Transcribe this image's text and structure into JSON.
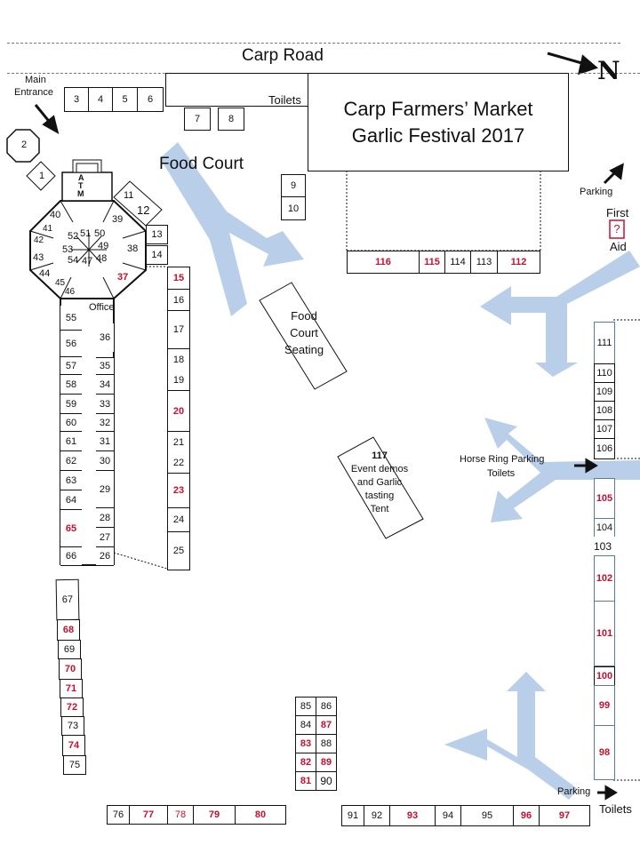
{
  "title_line1": "Carp Farmers’ Market",
  "title_line2": "Garlic Festival 2017",
  "road": "Carp Road",
  "north": "N",
  "main_entrance_1": "Main",
  "main_entrance_2": "Entrance",
  "toilets_top": "Toilets",
  "food_court": "Food Court",
  "food_seating_1": "Food",
  "food_seating_2": "Court",
  "food_seating_3": "Seating",
  "parking_tr": "Parking",
  "first_aid_1": "First",
  "first_aid_2": "Aid",
  "first_aid_icon": "?",
  "office": "Office",
  "atm": [
    "A",
    "T",
    "M"
  ],
  "tent_num": "117",
  "tent_1": "Event demos",
  "tent_2": "and Garlic",
  "tent_3": "tasting",
  "tent_4": "Tent",
  "horse_1": "Horse Ring Parking",
  "horse_2": "Toilets",
  "parking_br": "Parking",
  "toilets_br": "Toilets",
  "booths": {
    "b1": "1",
    "b2": "2",
    "b3": "3",
    "b4": "4",
    "b5": "5",
    "b6": "6",
    "b7": "7",
    "b8": "8",
    "b9": "9",
    "b10": "10",
    "b11": "11",
    "b12": "12",
    "b13": "13",
    "b14": "14",
    "b15": "15",
    "b16": "16",
    "b17": "17",
    "b18": "18",
    "b19": "19",
    "b20": "20",
    "b21": "21",
    "b22": "22",
    "b23": "23",
    "b24": "24",
    "b25": "25",
    "b26": "26",
    "b27": "27",
    "b28": "28",
    "b29": "29",
    "b30": "30",
    "b31": "31",
    "b32": "32",
    "b33": "33",
    "b34": "34",
    "b35": "35",
    "b36": "36",
    "b37": "37",
    "b38": "38",
    "b39": "39",
    "b40": "40",
    "b41": "41",
    "b42": "42",
    "b43": "43",
    "b44": "44",
    "b45": "45",
    "b46": "46",
    "b47": "47",
    "b48": "48",
    "b49": "49",
    "b50": "50",
    "b51": "51",
    "b52": "52",
    "b53": "53",
    "b54": "54",
    "b55": "55",
    "b56": "56",
    "b57": "57",
    "b58": "58",
    "b59": "59",
    "b60": "60",
    "b61": "61",
    "b62": "62",
    "b63": "63",
    "b64": "64",
    "b65": "65",
    "b66": "66",
    "b67": "67",
    "b68": "68",
    "b69": "69",
    "b70": "70",
    "b71": "71",
    "b72": "72",
    "b73": "73",
    "b74": "74",
    "b75": "75",
    "b76": "76",
    "b77": "77",
    "b78": "78",
    "b79": "79",
    "b80": "80",
    "b81": "81",
    "b82": "82",
    "b83": "83",
    "b84": "84",
    "b85": "85",
    "b86": "86",
    "b87": "87",
    "b88": "88",
    "b89": "89",
    "b90": "90",
    "b91": "91",
    "b92": "92",
    "b93": "93",
    "b94": "94",
    "b95": "95",
    "b96": "96",
    "b97": "97",
    "b98": "98",
    "b99": "99",
    "b100": "100",
    "b101": "101",
    "b102": "102",
    "b103": "103",
    "b104": "104",
    "b105": "105",
    "b106": "106",
    "b107": "107",
    "b108": "108",
    "b109": "109",
    "b110": "110",
    "b111": "111",
    "b112": "112",
    "b113": "113",
    "b114": "114",
    "b115": "115",
    "b116": "116"
  },
  "colors": {
    "arrow": "#b9cfe9",
    "highlight": "#c8102e"
  }
}
